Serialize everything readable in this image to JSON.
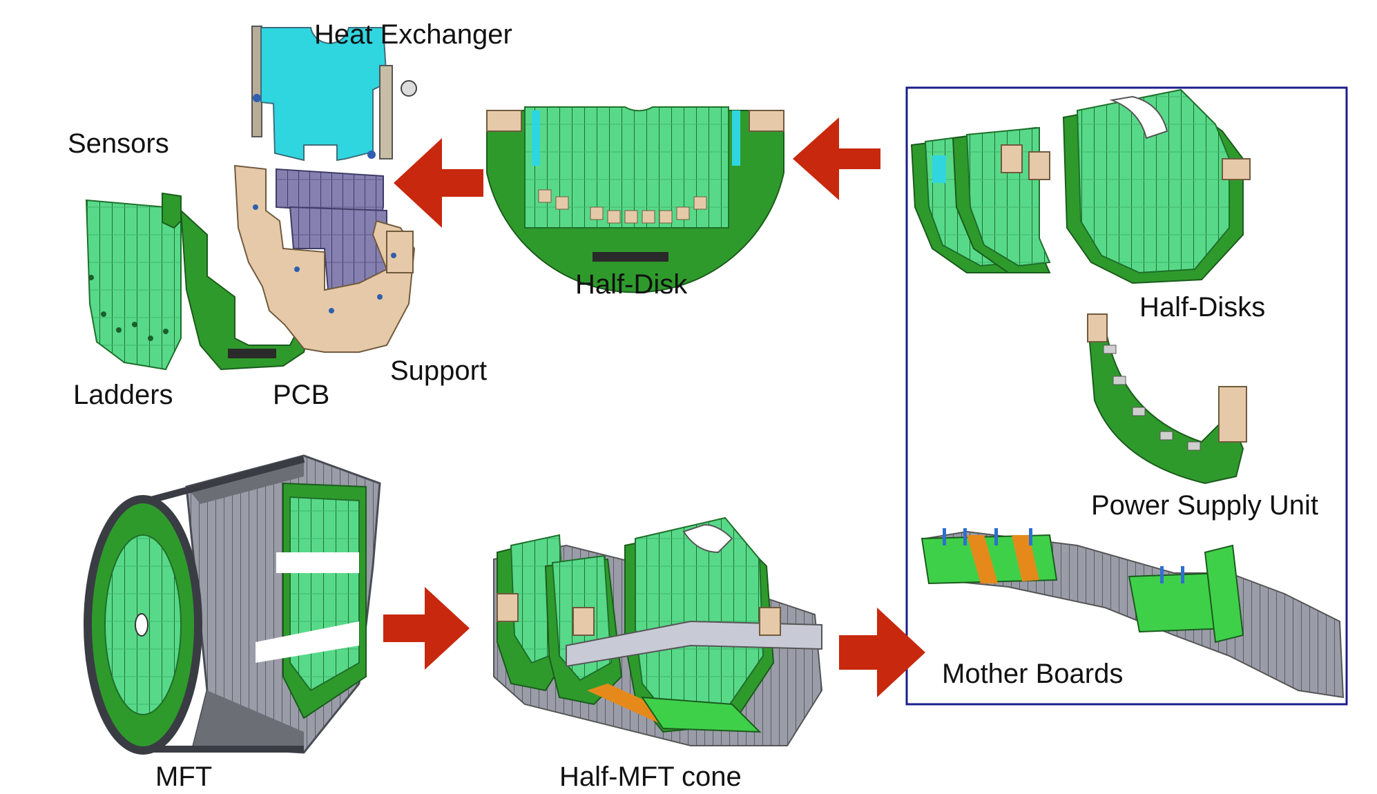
{
  "labels": {
    "heat_exchanger": "Heat Exchanger",
    "sensors": "Sensors",
    "ladders": "Ladders",
    "pcb": "PCB",
    "support": "Support",
    "half_disk": "Half-Disk",
    "half_disks": "Half-Disks",
    "power_supply_unit": "Power Supply Unit",
    "mother_boards": "Mother Boards",
    "mft": "MFT",
    "half_mft_cone": "Half-MFT cone"
  },
  "colors": {
    "pcb_green": "#2f9a2c",
    "sensor_green": "#4fd88a",
    "heat_exchanger_cyan": "#2fd6e0",
    "support_tan": "#e6c9a8",
    "sensor_purple": "#7e79a8",
    "frame_gray": "#6c6e76",
    "arrow_red": "#c8280d",
    "box_border": "#1c1c8c",
    "flex_orange": "#e58a1a"
  }
}
